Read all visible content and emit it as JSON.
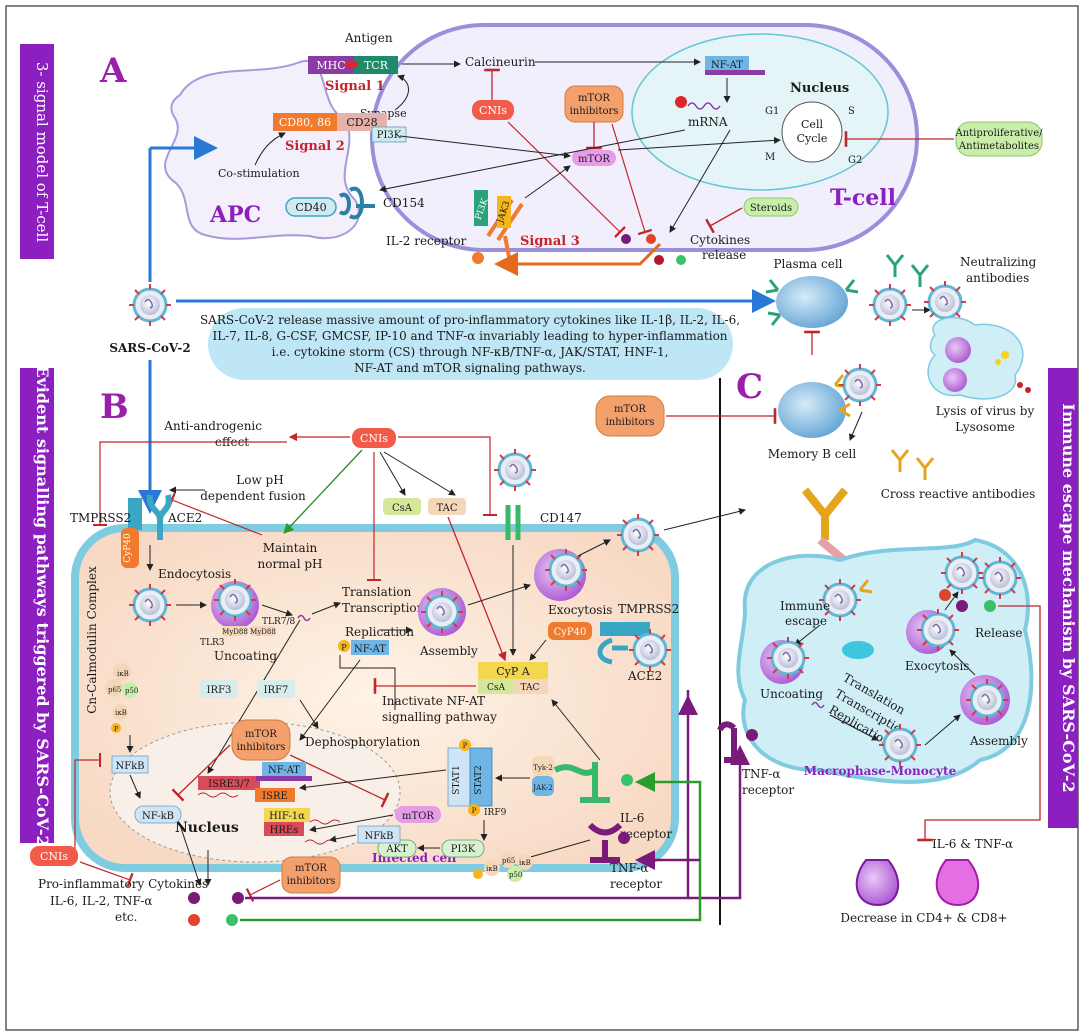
{
  "sections": {
    "a_letter": "A",
    "b_letter": "B",
    "c_letter": "C",
    "left_label_top": "3- signal model of T-cell",
    "left_label_bottom": "Evident signalling pathways triggered by SARS-CoV-2",
    "right_label": "Immune escape mechanism by SARS-CoV-2"
  },
  "panel_a": {
    "antigen": "Antigen",
    "mhc": "MHC",
    "tcr": "TCR",
    "signal1": "Signal 1",
    "synapse": "Synapse",
    "cd80": "CD80, 86",
    "cd28": "CD28",
    "signal2": "Signal 2",
    "pi3k": "PI3K",
    "costim": "Co-stimulation",
    "apc": "APC",
    "cd40": "CD40",
    "cd154": "CD154",
    "calcineurin": "Calcineurin",
    "cnis": "CNIs",
    "mtor_inh_1": "mTOR",
    "mtor_inh_2": "inhibitors",
    "mtor": "mTOR",
    "nfat": "NF-AT",
    "nucleus": "Nucleus",
    "mrna": "mRNA",
    "g1": "G1",
    "s": "S",
    "m": "M",
    "g2": "G2",
    "cell": "Cell",
    "cycle": "Cycle",
    "antiprolif_1": "Antiproliferative/",
    "antiprolif_2": "Antimetabolites",
    "tcell": "T-cell",
    "steroids": "Steroids",
    "pi3k_small": "PI3K",
    "jak3": "JAK3",
    "il2r": "IL-2 receptor",
    "signal3": "Signal 3",
    "cytokines_1": "Cytokines",
    "cytokines_2": "release"
  },
  "sars": {
    "label": "SARS-CoV-2",
    "storm_lines": [
      "SARS-CoV-2 release massive amount of pro-inflammatory cytokines like IL-1β, IL-2, IL-6,",
      "IL-7, IL-8, G-CSF, GMCSF, IP-10 and TNF-α invariably leading to hyper-inflammation",
      "i.e. cytokine storm (CS) through NF-κB/TNF-α, JAK/STAT, HNF-1,",
      "NF-AT and mTOR signaling pathways."
    ]
  },
  "panel_b": {
    "anti_androgenic_1": "Anti-androgenic",
    "anti_androgenic_2": "effect",
    "cnis": "CNIs",
    "low_ph_1": "Low pH",
    "low_ph_2": "dependent fusion",
    "tmprss2": "TMPRSS2",
    "ace2": "ACE2",
    "maintain_1": "Maintain",
    "maintain_2": "normal pH",
    "csa": "CsA",
    "tac": "TAC",
    "cd147": "CD147",
    "cyp40": "CyP40",
    "endocytosis": "Endocytosis",
    "tlr3": "TLR3",
    "tlr78": "TLR7/8",
    "myd88": "MyD88",
    "uncoating": "Uncoating",
    "translation": "Translation",
    "transcription": "Transcription",
    "replication": "Replication",
    "assembly": "Assembly",
    "exocytosis": "Exocytosis",
    "tmprss2_r": "TMPRSS2",
    "cyp40_r": "CyP40",
    "ace2_r": "ACE2",
    "nfat": "NF-AT",
    "p": "P",
    "irf3": "IRF3",
    "irf7": "IRF7",
    "cypa": "CyP A",
    "inact_1": "Inactivate NF-AT",
    "inact_2": "signalling pathway",
    "ikb": "iκB",
    "p65": "p65",
    "p50": "p50",
    "nfkb": "NFkB",
    "nfkb2": "NF-kB",
    "mtor_inh_1": "mTOR",
    "mtor_inh_2": "inhibitors",
    "dephos": "Dephosphorylation",
    "stat1": "STAT1",
    "stat2": "STAT2",
    "irf9": "IRF9",
    "tyk2": "Tyk-2",
    "jak2": "JAK-2",
    "il6r_1": "IL-6",
    "il6r_2": "receptor",
    "isre37": "ISRE3/7",
    "isre": "ISRE",
    "nfat2": "NF-AT",
    "hif": "HIF-1α",
    "hres": "HREs",
    "akt": "AKT",
    "pi3k": "PI3K",
    "mtor": "mTOR",
    "nucleus": "Nucleus",
    "infected": "Infected cell",
    "tnfr_1": "TNF-α",
    "tnfr_2": "receptor",
    "cn_cal": "Cn-Calmodulin Complex",
    "cnis_b": "CNIs",
    "proinf": "Pro-inflammatory Cytokines",
    "il_line": "IL-6, IL-2, TNF-α",
    "etc": "etc.",
    "mtor_inh_b_1": "mTOR",
    "mtor_inh_b_2": "inhibitors"
  },
  "panel_c": {
    "plasma": "Plasma cell",
    "neut_1": "Neutralizing",
    "neut_2": "antibodies",
    "lysis_1": "Lysis of virus by",
    "lysis_2": "Lysosome",
    "mtor_inh_1": "mTOR",
    "mtor_inh_2": "inhibitors",
    "memory": "Memory B cell",
    "cross": "Cross reactive antibodies",
    "immune_1": "Immune",
    "immune_2": "escape",
    "release": "Release",
    "uncoating": "Uncoating",
    "exocytosis": "Exocytosis",
    "translation": "Translation",
    "transcription": "Transcription",
    "replication": "Replication",
    "assembly": "Assembly",
    "macro": "Macrophase-Monocyte",
    "tnfr_1": "TNF-α",
    "tnfr_2": "receptor",
    "il6tnf": "IL-6 & TNF-α",
    "decrease": "Decrease in CD4+ & CD8+"
  },
  "colors": {
    "purple_label": "#8b1fbf",
    "section_letter": "#9b1fa8",
    "blue_arrow": "#2a78d6",
    "orange_arrow": "#e46a1c",
    "red_inhibit": "#c0262c",
    "green_arrow": "#2a9d2a",
    "purple_arrow": "#7a1a7a",
    "cell_fill": "#cfeef6",
    "cell_border": "#7fcbe0",
    "tcell_border": "#9a8fd9",
    "storm_box": "#bfe6f5"
  }
}
